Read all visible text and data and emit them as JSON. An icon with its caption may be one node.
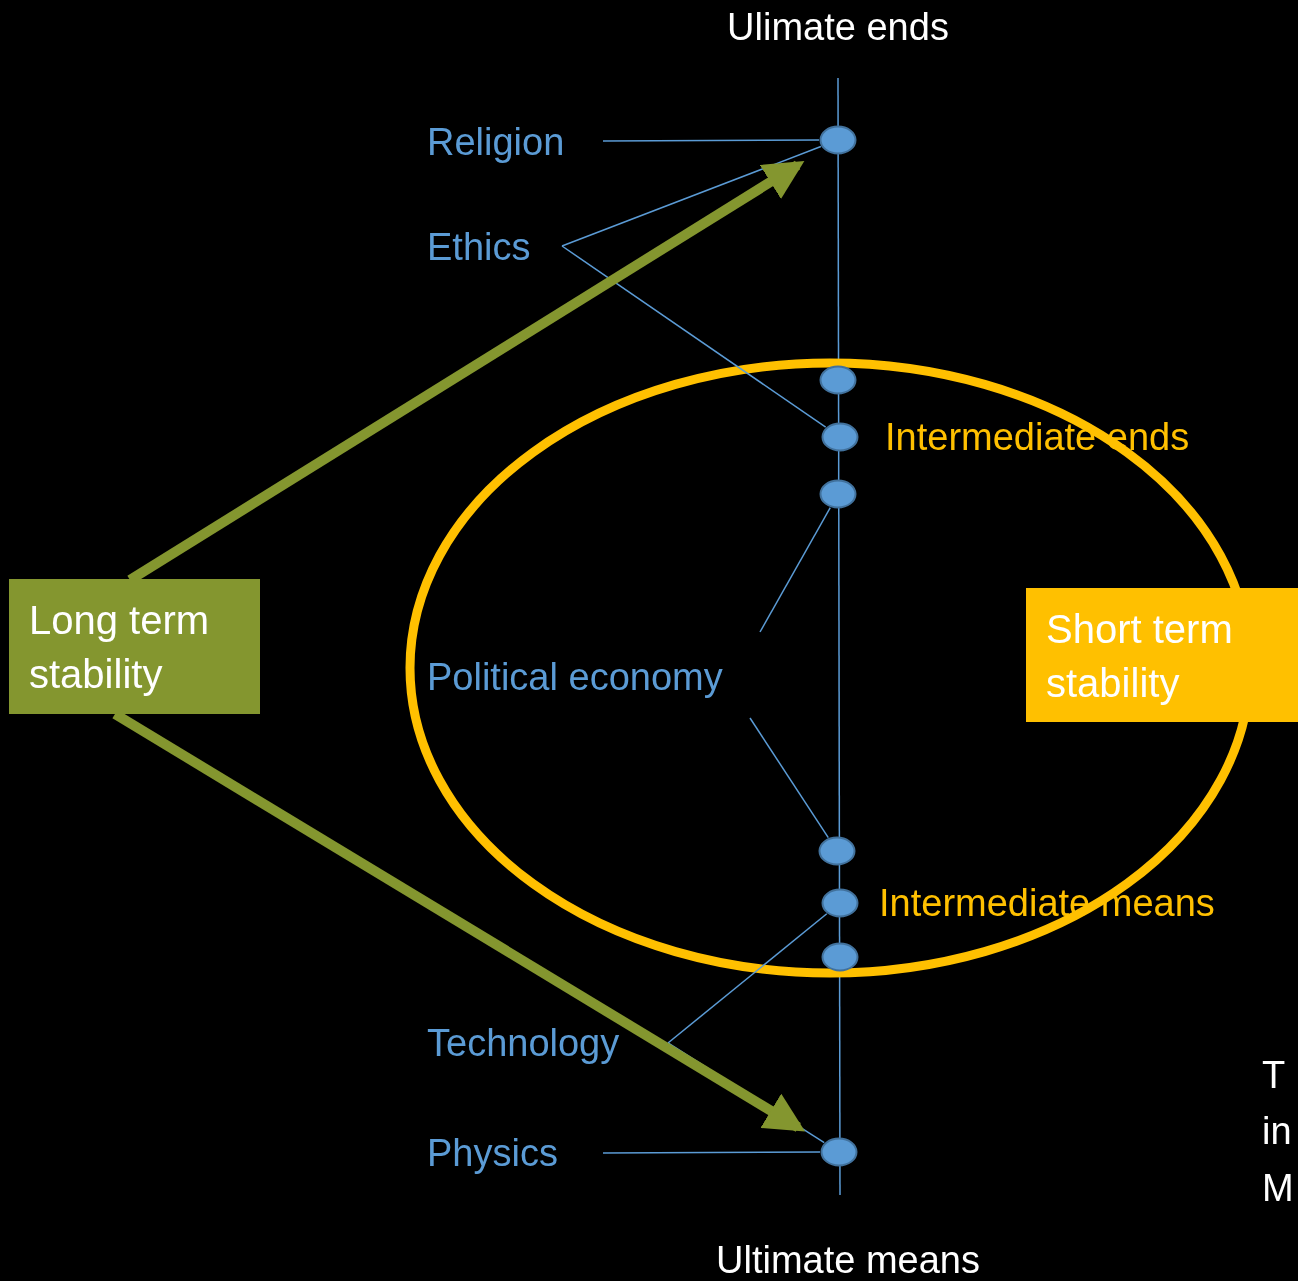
{
  "diagram": {
    "nodes": [
      {
        "text": [
          "Religion"
        ]
      },
      {
        "text": [
          "Ethics"
        ]
      },
      {
        "text": [],
        "shape": "circle"
      },
      {
        "text": [],
        "shape": "circle"
      },
      {
        "text": [],
        "shape": "circle",
        "beside": [
          "Intermediate ends"
        ]
      },
      {
        "text": [],
        "shape": "circle"
      },
      {
        "text": [
          "Political economy"
        ]
      },
      {
        "text": [],
        "shape": "circle"
      },
      {
        "text": [],
        "shape": "circle",
        "beside": [
          "Intermediate means"
        ]
      },
      {
        "text": [],
        "shape": "circle"
      },
      {
        "text": [
          "Technology"
        ]
      },
      {
        "text": [
          "Physics"
        ]
      },
      {
        "text": [],
        "shape": "circle"
      },
      {
        "text": [
          "Long term stability"
        ]
      },
      {
        "text": [
          "Short term stability"
        ]
      }
    ],
    "edges": [
      {
        "from": 0,
        "to": 2,
        "arrow": "none"
      },
      {
        "from": 1,
        "to": 2,
        "arrow": "none"
      },
      {
        "from": 1,
        "to": 4,
        "arrow": "none"
      },
      {
        "from": 6,
        "to": 5,
        "arrow": "none"
      },
      {
        "from": 6,
        "to": 7,
        "arrow": "none"
      },
      {
        "from": 10,
        "to": 8,
        "arrow": "none"
      },
      {
        "from": 10,
        "to": 12,
        "arrow": "none"
      },
      {
        "from": 11,
        "to": 12,
        "arrow": "none"
      },
      {
        "from": 13,
        "to": 2,
        "arrow": "to",
        "style": "thick",
        "color": "#84962f"
      },
      {
        "from": 13,
        "to": 12,
        "arrow": "to",
        "style": "thick",
        "color": "#84962f"
      }
    ],
    "labels": [
      "Ulimate ends",
      "Ultimate means",
      "T",
      "in",
      "M"
    ]
  }
}
